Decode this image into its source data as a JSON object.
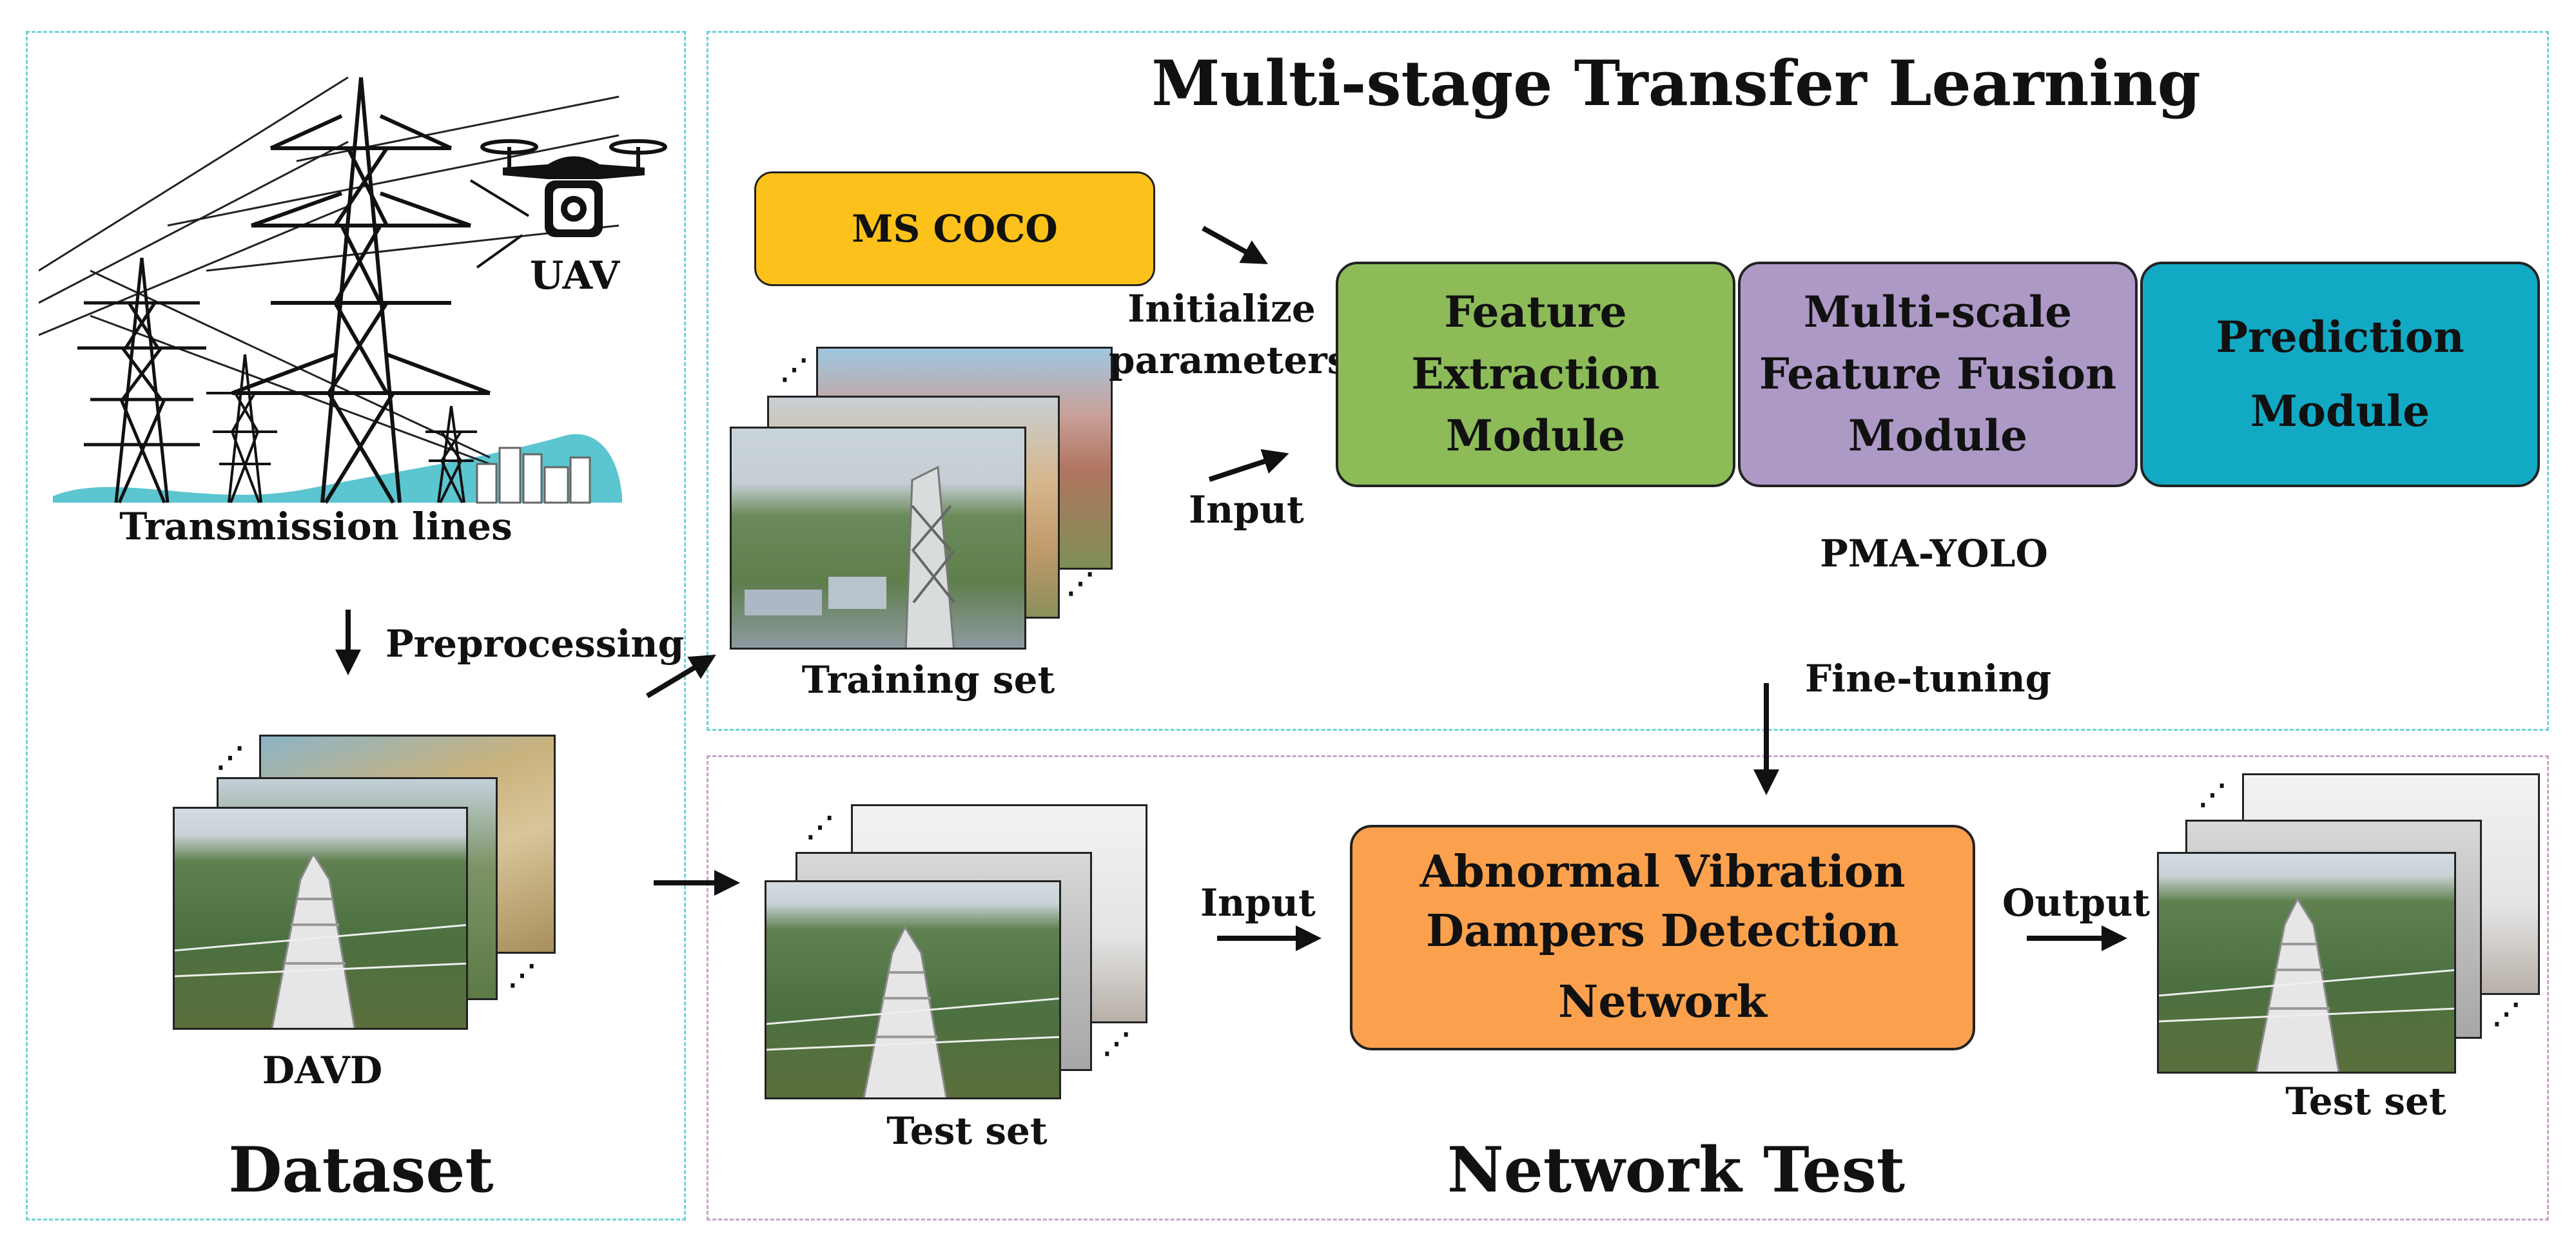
{
  "title": "Multi-stage Transfer Learning",
  "sections": {
    "dataset": "Dataset",
    "network_test": "Network Test"
  },
  "labels": {
    "uav": "UAV",
    "transmission_lines": "Transmission lines",
    "preprocessing": "Preprocessing",
    "davd": "DAVD",
    "training_set": "Training set",
    "test_set_input": "Test set",
    "test_set_output": "Test set",
    "ms_coco": "MS COCO",
    "initialize": "Initialize",
    "parameters": "parameters",
    "input_top": "Input",
    "pma_yolo": "PMA-YOLO",
    "fine_tuning": "Fine-tuning",
    "input_bottom": "Input",
    "output": "Output"
  },
  "modules": {
    "feature_extraction": [
      "Feature",
      "Extraction",
      "Module"
    ],
    "feature_fusion": [
      "Multi-scale",
      "Feature Fusion",
      "Module"
    ],
    "prediction": [
      "Prediction",
      "Module"
    ],
    "detection_network": [
      "Abnormal Vibration",
      "Dampers Detection",
      "Network"
    ]
  },
  "colors": {
    "panel_border_cyan": "#6fd3d8",
    "panel_border_pink": "#c9a3c9",
    "ms_coco": "#fcc21b",
    "feature_extraction": "#8cbb58",
    "feature_fusion": "#ad99c6",
    "prediction": "#12a9c4",
    "detection_network": "#fba14e",
    "hill": "#5bc5d0"
  },
  "icons": [
    "uav-drone-icon",
    "transmission-tower-icon",
    "city-buildings-icon"
  ]
}
